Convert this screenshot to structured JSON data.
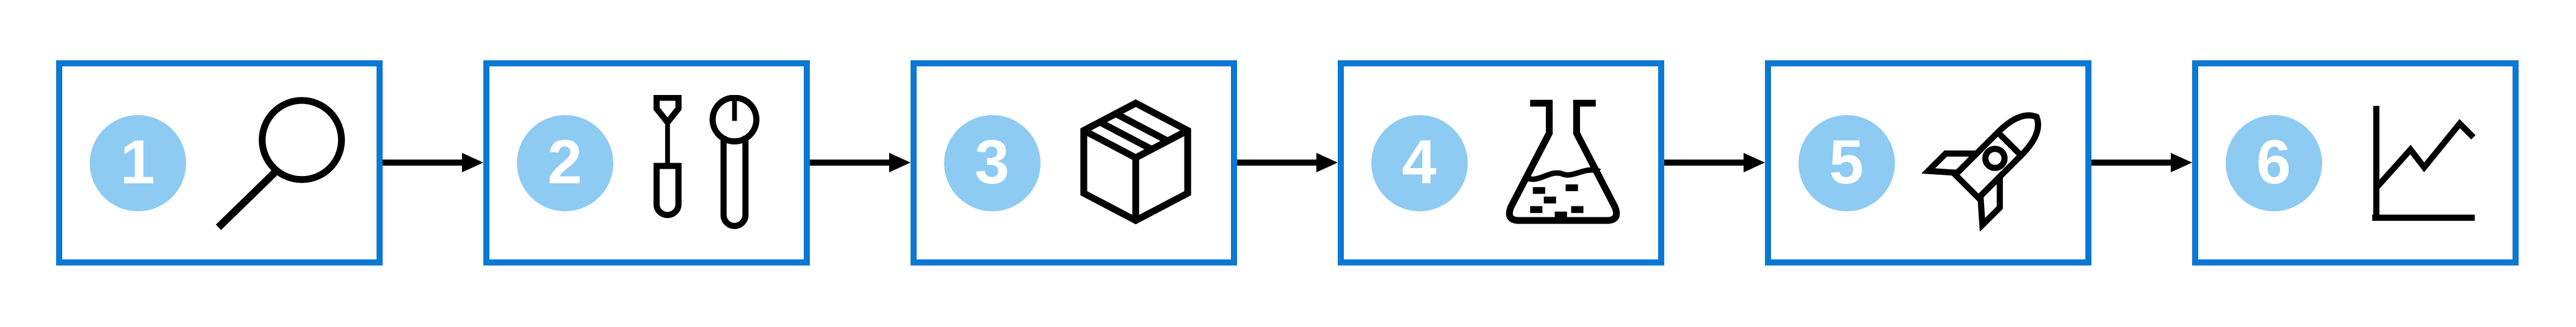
{
  "diagram": {
    "kind": "horizontal-process-flow",
    "colors": {
      "background": "#ffffff",
      "box_border": "#0b78d4",
      "badge_fill": "#8dcbf2",
      "badge_number": "#ffffff",
      "arrow": "#000000",
      "icon_stroke": "#000000"
    },
    "steps": [
      {
        "number": "1",
        "icon": "search-icon"
      },
      {
        "number": "2",
        "icon": "tools-icon"
      },
      {
        "number": "3",
        "icon": "package-icon"
      },
      {
        "number": "4",
        "icon": "flask-icon"
      },
      {
        "number": "5",
        "icon": "rocket-icon"
      },
      {
        "number": "6",
        "icon": "chart-icon"
      }
    ],
    "arrow_count": 5
  }
}
